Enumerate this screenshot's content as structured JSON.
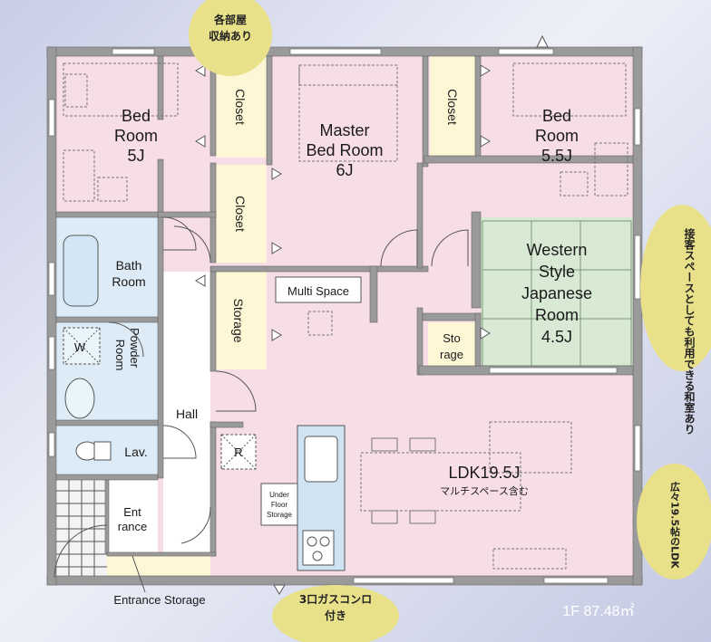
{
  "callouts": {
    "storage_note_1": "各部屋",
    "storage_note_2": "収納あり",
    "guest_note": "接客スペースとしても利用できる和室あり",
    "ldk_note": "広々19.5帖のLDK",
    "stove_note_1": "3口ガスコンロ",
    "stove_note_2": "付き"
  },
  "rooms": {
    "bed_left": [
      "Bed",
      "Room",
      "5J"
    ],
    "master": [
      "Master",
      "Bed Room",
      "6J"
    ],
    "bed_right": [
      "Bed",
      "Room",
      "5.5J"
    ],
    "closet": "Closet",
    "storage": "Storage",
    "washitsu": [
      "Western",
      "Style",
      "Japanese",
      "Room",
      "4.5J"
    ],
    "small_storage": [
      "Sto",
      "rage"
    ],
    "multi_space": "Multi Space",
    "bath": [
      "Bath",
      "Room"
    ],
    "washer": "W",
    "powder": [
      "Powder",
      "Room"
    ],
    "hall": "Hall",
    "lav": "Lav.",
    "entrance": [
      "Ent",
      "rance"
    ],
    "entrance_storage": "Entrance Storage",
    "fridge": "R",
    "under_floor": [
      "Under",
      "Floor",
      "Storage"
    ],
    "ldk": "LDK19.5J",
    "ldk_sub": "マルチスペース含む"
  },
  "floor_info": "1F 87.48㎡"
}
